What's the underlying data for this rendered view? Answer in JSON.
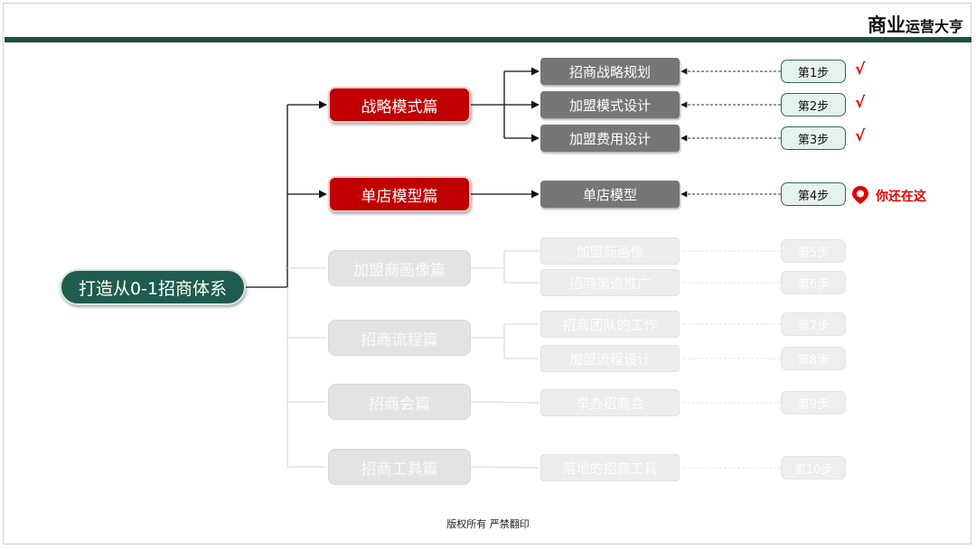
{
  "brand": {
    "logo_big": "商业",
    "logo_small": "运营大亨"
  },
  "root": {
    "label": "打造从0-1招商体系"
  },
  "chapters": [
    {
      "label": "战略模式篇",
      "active": true,
      "subs": [
        {
          "label": "招商战略规划",
          "step": "第1步",
          "done": true
        },
        {
          "label": "加盟模式设计",
          "step": "第2步",
          "done": true
        },
        {
          "label": "加盟费用设计",
          "step": "第3步",
          "done": true
        }
      ]
    },
    {
      "label": "单店模型篇",
      "active": true,
      "subs": [
        {
          "label": "单店模型",
          "step": "第4步",
          "done": false,
          "current": true
        }
      ]
    },
    {
      "label": "加盟商画像篇",
      "active": false,
      "subs": [
        {
          "label": "加盟商画像",
          "step": "第5步"
        },
        {
          "label": "招商渠道推广",
          "step": "第6步"
        }
      ]
    },
    {
      "label": "招商流程篇",
      "active": false,
      "subs": [
        {
          "label": "招商团队的工作",
          "step": "第7步"
        },
        {
          "label": "加盟流程设计",
          "step": "第8步"
        }
      ]
    },
    {
      "label": "招商会篇",
      "active": false,
      "subs": [
        {
          "label": "举办招商会",
          "step": "第9步"
        }
      ]
    },
    {
      "label": "招商工具篇",
      "active": false,
      "subs": [
        {
          "label": "落地的招商工具",
          "step": "第10步"
        }
      ]
    }
  ],
  "marker": {
    "check": "√",
    "here_label": "你还在这",
    "icon": "map-pin-icon"
  },
  "footer": {
    "text": "版权所有 严禁翻印"
  },
  "colors": {
    "brand_green": "#1f5c50",
    "active_red": "#c00000",
    "active_sub_gray": "#767676",
    "step_bg": "#e6f2ec",
    "alert_red": "#e00000",
    "inactive": "#e3e3e3"
  }
}
